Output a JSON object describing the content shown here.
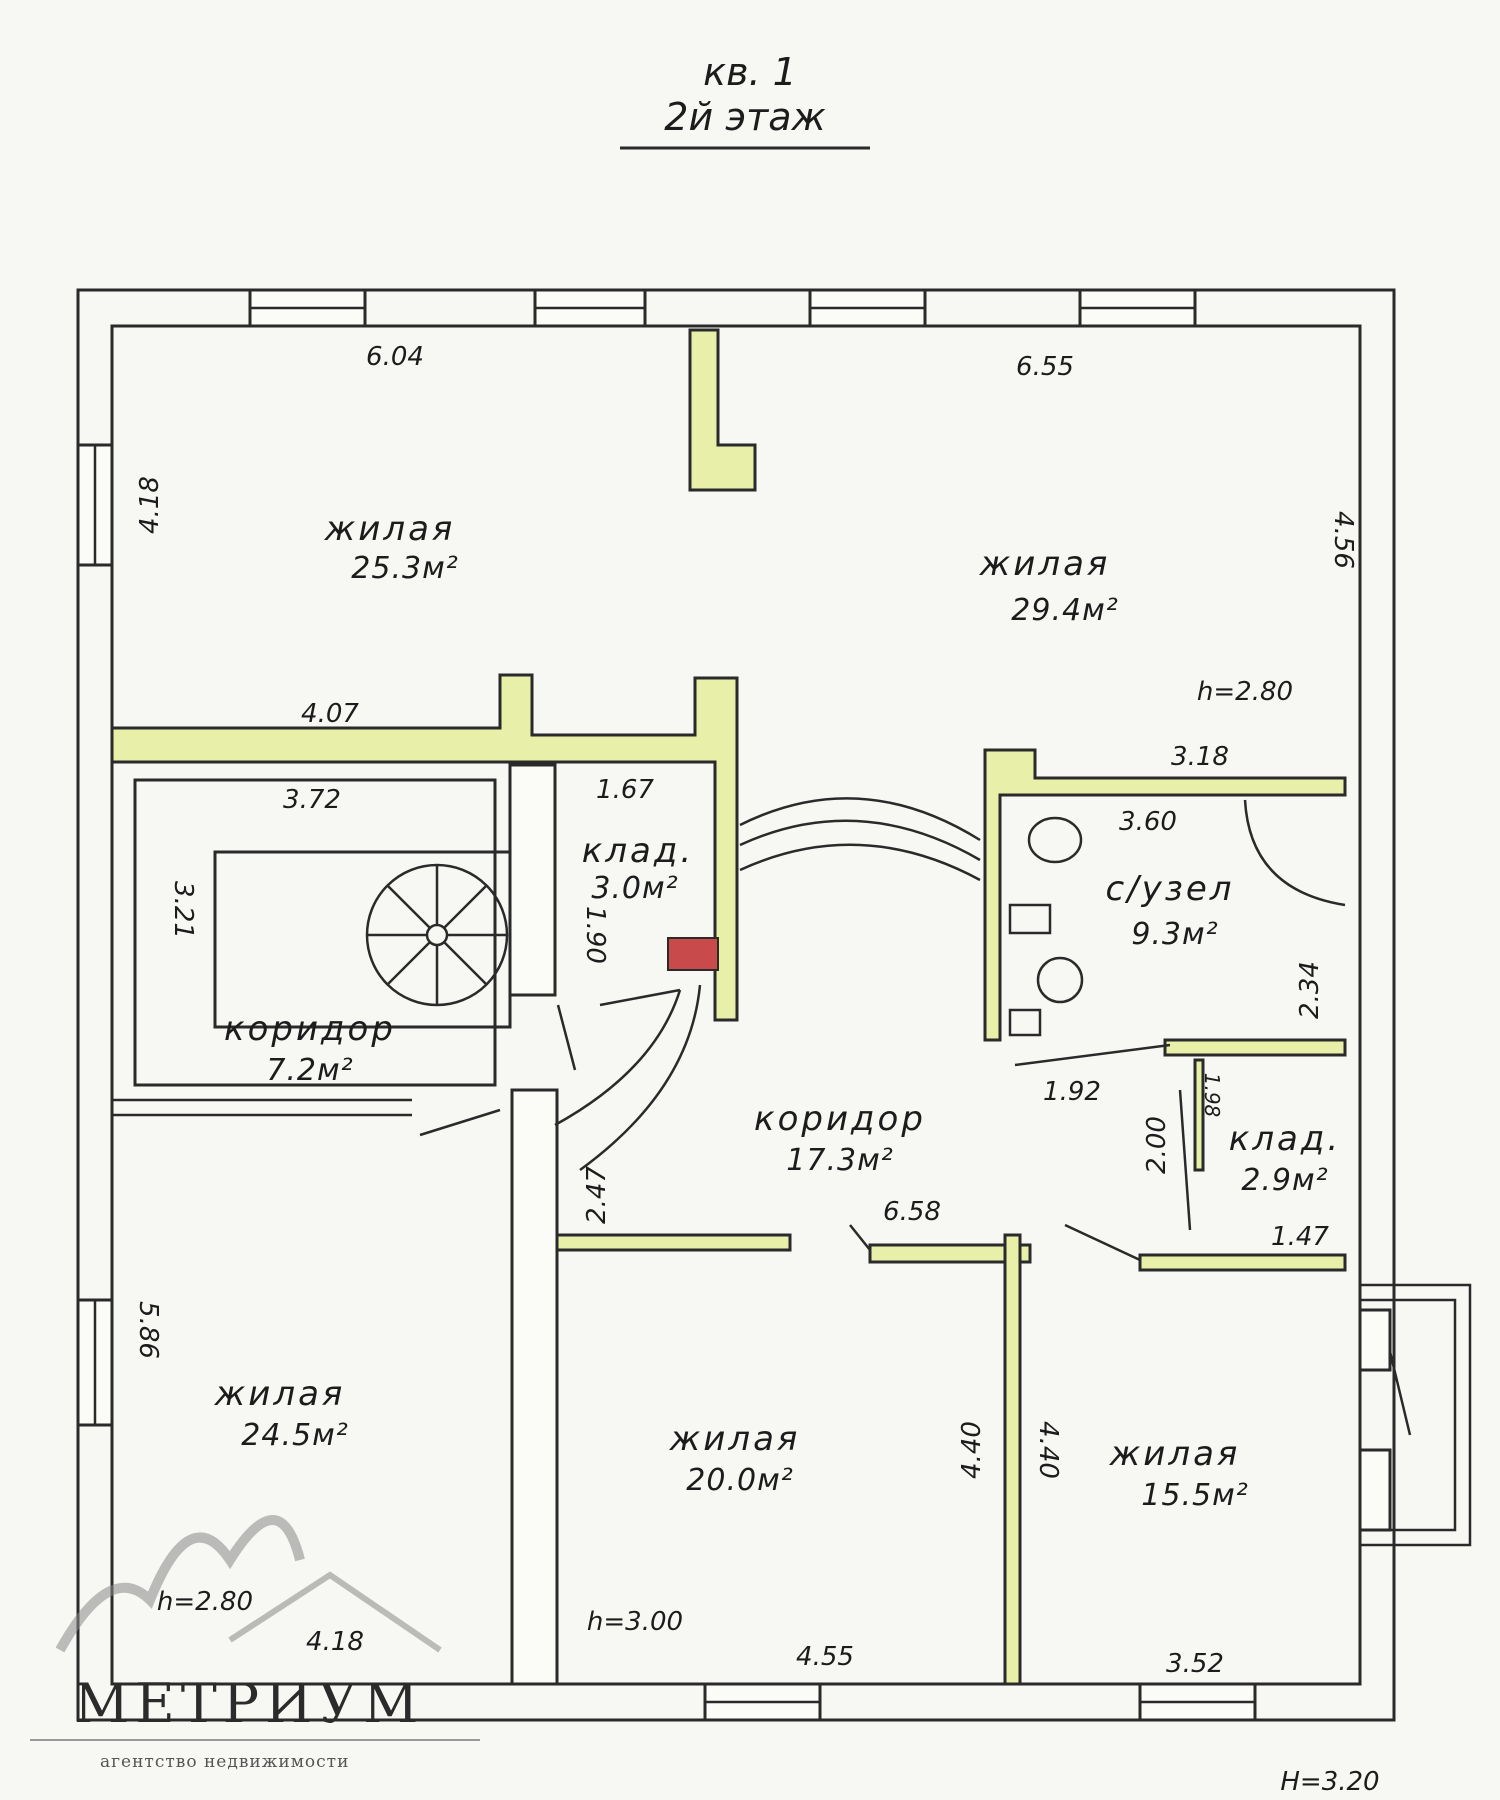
{
  "header": {
    "apartment": "кв. 1",
    "floor": "2й этаж"
  },
  "rooms": [
    {
      "id": "living-nw",
      "name": "жилая",
      "area": "25.3м²"
    },
    {
      "id": "living-ne",
      "name": "жилая",
      "area": "29.4м²"
    },
    {
      "id": "storage-center",
      "name": "клад.",
      "area": "3.0м²"
    },
    {
      "id": "bathroom",
      "name": "с/узел",
      "area": "9.3м²"
    },
    {
      "id": "corridor-stair",
      "name": "коридор",
      "area": "7.2м²"
    },
    {
      "id": "corridor-main",
      "name": "коридор",
      "area": "17.3м²"
    },
    {
      "id": "storage-east",
      "name": "клад.",
      "area": "2.9м²"
    },
    {
      "id": "living-sw",
      "name": "жилая",
      "area": "24.5м²"
    },
    {
      "id": "living-s",
      "name": "жилая",
      "area": "20.0м²"
    },
    {
      "id": "living-se",
      "name": "жилая",
      "area": "15.5м²"
    }
  ],
  "dimensions": {
    "nw_width": "6.04",
    "ne_width": "6.55",
    "nw_depth": "4.18",
    "ne_depth": "4.56",
    "ne_height": "h=2.80",
    "wall_407": "4.07",
    "wall_318": "3.18",
    "stair_width": "3.72",
    "stair_depth": "3.21",
    "storage_width": "1.67",
    "storage_depth": "1.90",
    "bath_width": "3.60",
    "bath_depth": "2.34",
    "bath_door": "1.92",
    "storage_e_depth": "2.00",
    "storage_e_inner": "1.98",
    "storage_e_width": "1.47",
    "corridor_width": "6.58",
    "corridor_depth": "2.47",
    "sw_depth": "5.86",
    "s_depth_a": "4.40",
    "s_depth_b": "4.40",
    "sw_height": "h=2.80",
    "sw_width": "4.18",
    "s_height": "h=3.00",
    "s_width": "4.55",
    "se_width": "3.52",
    "total_height": "H=3.20"
  },
  "logo": {
    "name": "МЕТРИУМ",
    "tagline": "агентство недвижимости"
  }
}
